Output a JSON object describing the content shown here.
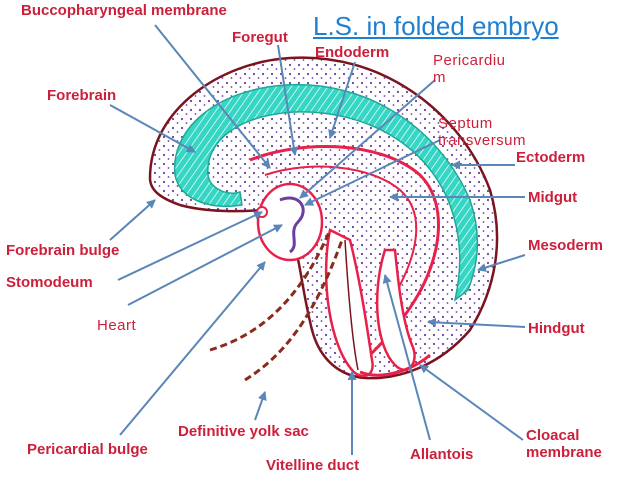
{
  "title": "L.S. in folded embryo",
  "labels": {
    "buccopharyngeal_membrane": "Buccopharyngeal membrane",
    "foregut": "Foregut",
    "endoderm": "Endoderm",
    "pericardium": "Pericardiu\nm",
    "forebrain": "Forebrain",
    "septum_transversum": "Septum\ntransversum",
    "ectoderm": "Ectoderm",
    "midgut": "Midgut",
    "forebrain_bulge": "Forebrain bulge",
    "mesoderm": "Mesoderm",
    "stomodeum": "Stomodeum",
    "heart": "Heart",
    "hindgut": "Hindgut",
    "definitive_yolk_sac": "Definitive yolk sac",
    "cloacal_membrane": "Cloacal\nmembrane",
    "pericardial_bulge": "Pericardial bulge",
    "vitelline_duct": "Vitelline duct",
    "allantois": "Allantois"
  },
  "colors": {
    "label_red": "#cc1f3a",
    "title_blue": "#1f7fd0",
    "arrow_blue": "#5a86b8",
    "neural_teal": "#35d6c4",
    "endoderm_red": "#e8204a",
    "outline_maroon": "#7a1520",
    "mesoderm_dots": "#6a3fa0",
    "vessel_brown": "#8a2a1a"
  }
}
